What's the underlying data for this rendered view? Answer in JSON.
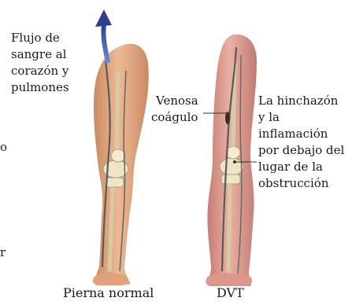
{
  "labels": {
    "blood_flow": "Flujo de\nsangre al\ncorazón y\npulmones",
    "clot_line1": "Venosa",
    "clot_line2": "coágulo",
    "swelling": "La hinchazón\ny la\ninflamación\npor debajo del\nlugar de la\nobstrucción"
  },
  "captions": {
    "left": "Pierna normal",
    "right": "DVT"
  },
  "edge_marks": {
    "left_top": "o",
    "left_bottom": "r"
  },
  "colors": {
    "skin": "#e9b089",
    "skin_shadow": "#c98a63",
    "swollen_skin": "#e3a293",
    "swollen_shadow": "#c47c71",
    "bone": "#efe6c8",
    "vein": "#5a5a5a",
    "arrow": "#3b52a8"
  }
}
